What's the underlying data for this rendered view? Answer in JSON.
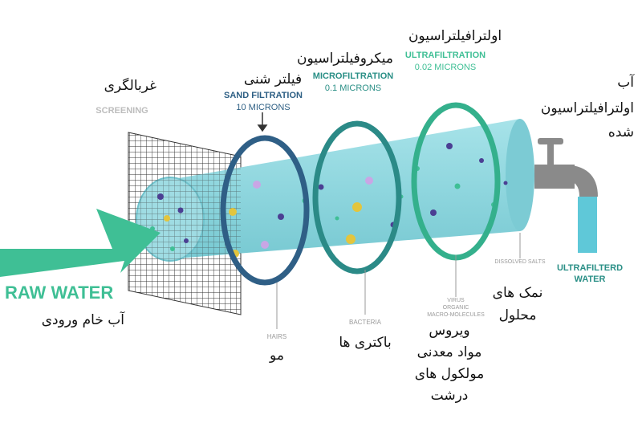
{
  "labels": {
    "screening_fa": "غربالگری",
    "screening_en": "SCREENING",
    "sand_fa": "فیلتر شنی",
    "sand_en": "SAND FILTRATION",
    "sand_size": "10 MICRONS",
    "micro_fa": "میکروفیلتراسیون",
    "micro_en": "MICROFILTRATION",
    "micro_size": "0.1 MICRONS",
    "ultra_fa": "اولترافیلتراسیون",
    "ultra_en": "ULTRAFILTRATION",
    "ultra_size": "0.02 MICRONS",
    "out_fa_1": "آب",
    "out_fa_2": "اولترافیلتراسیون",
    "out_fa_3": "شده",
    "out_en_1": "ULTRAFILTERD",
    "out_en_2": "WATER",
    "raw_en": "RAW WATER",
    "raw_fa": "آب خام ورودی",
    "hairs_en": "HAIRS",
    "hairs_fa": "مو",
    "bacteria_en": "BACTERIA",
    "bacteria_fa": "باکتری ها",
    "virus_en_1": "VIRUS",
    "virus_en_2": "ORGANIC",
    "virus_en_3": "MACRO-MOLECULES",
    "virus_fa_1": "ویروس",
    "virus_fa_2": "مواد معدنی",
    "virus_fa_3": "مولکول های",
    "virus_fa_4": "درشت",
    "salts_en": "DISSOLVED SALTS",
    "salts_fa_1": "نمک های",
    "salts_fa_2": "محلول"
  },
  "colors": {
    "teal": "#3fbf95",
    "teal_dark": "#2a8f86",
    "ring_navy": "#2f5f86",
    "ring_teal": "#2b8a87",
    "ring_green": "#34b08c",
    "tube": "#8fd6de",
    "tube_dark": "#6cc3cd",
    "faucet": "#8a8a8a",
    "water_out": "#5fc8d8",
    "grey_text": "#9a9a9a"
  },
  "icons": [
    "raw-water-arrow-icon",
    "screening-mesh-icon",
    "faucet-icon",
    "down-arrow-icon"
  ]
}
